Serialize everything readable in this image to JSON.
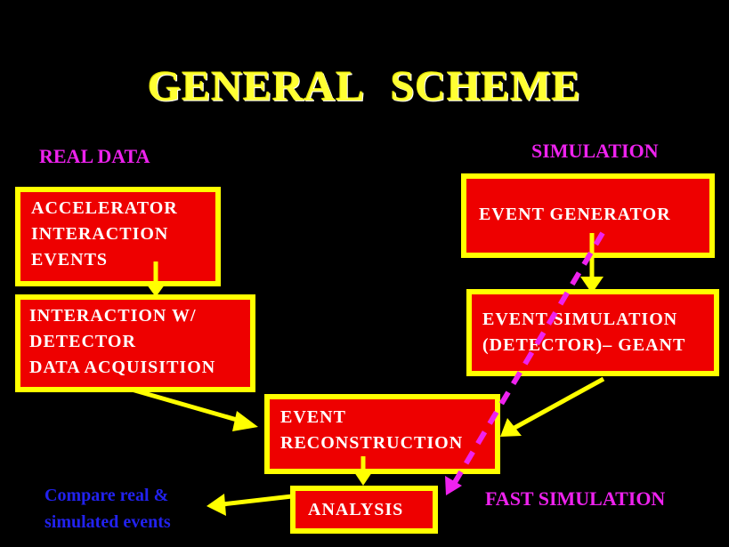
{
  "title": "GENERAL   SCHEME",
  "labels": {
    "real_data": "REAL  DATA",
    "simulation": "SIMULATION",
    "fast_simulation": "FAST SIMULATION"
  },
  "boxes": {
    "accelerator": [
      "ACCELERATOR",
      "INTERACTION",
      "EVENTS"
    ],
    "interaction": [
      "INTERACTION W/",
      "DETECTOR",
      "DATA ACQUISITION"
    ],
    "event_generator": [
      "EVENT GENERATOR"
    ],
    "event_simulation": [
      "EVENT SIMULATION",
      "(DETECTOR)– GEANT"
    ],
    "reconstruction": [
      "EVENT",
      "RECONSTRUCTION"
    ],
    "analysis": [
      "ANALYSIS"
    ]
  },
  "compare": [
    "Compare real &",
    "simulated events"
  ],
  "colors": {
    "box_fill": "#ee0000",
    "box_border": "#ffff00",
    "arrow": "#ffff00",
    "fast_arrow": "#ee22ee",
    "compare_text": "#2222ee"
  }
}
